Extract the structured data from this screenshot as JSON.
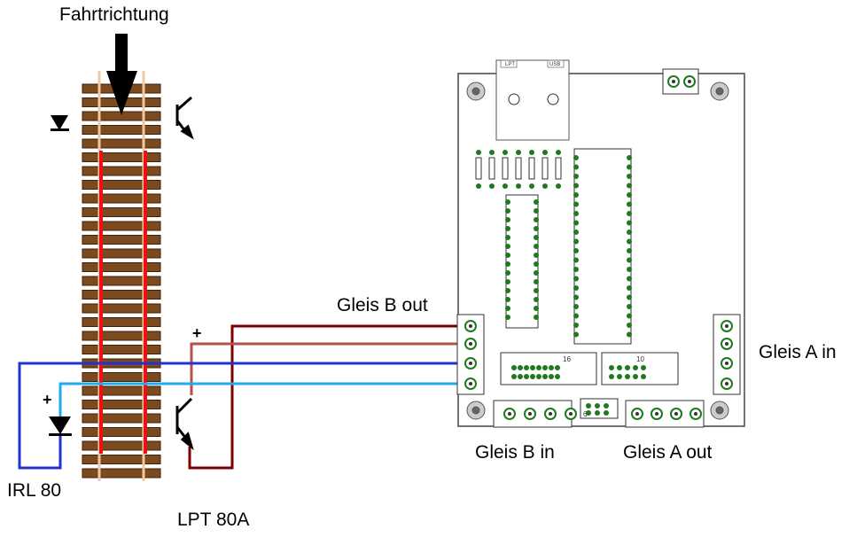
{
  "labels": {
    "direction": "Fahrtrichtung",
    "gleis_b_out": "Gleis B out",
    "gleis_a_in": "Gleis A in",
    "gleis_b_in": "Gleis B in",
    "gleis_a_out": "Gleis A out",
    "irl": "IRL 80",
    "lpt": "LPT 80A",
    "plus": "+"
  },
  "colors": {
    "sleeper": "#7b4a1e",
    "sleeper_edge": "#3e2208",
    "rail_light": "#f2c8a0",
    "rail_red": "#ee1111",
    "wire_darkred": "#7a0000",
    "wire_rose": "#b5504a",
    "wire_blue": "#2233cc",
    "wire_cyan": "#22aaee",
    "pad_green": "#1f7a1f",
    "board_outline": "#555555"
  },
  "board": {
    "connectors": [
      "16",
      "10",
      "6"
    ],
    "usb_text": [
      "LPT",
      "USB"
    ]
  }
}
